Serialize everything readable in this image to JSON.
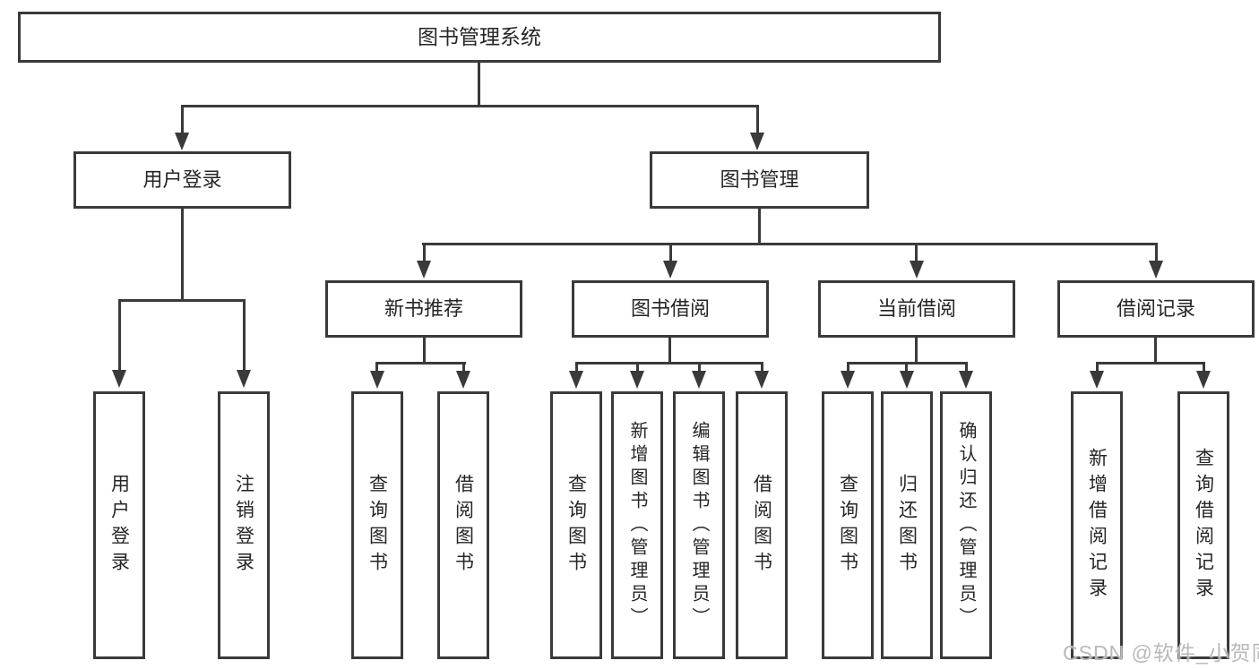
{
  "nodes": {
    "root": "图书管理系统",
    "user_login": "用户登录",
    "book_mgmt": "图书管理",
    "new_book": "新书推荐",
    "book_borrow": "图书借阅",
    "current_borrow": "当前借阅",
    "borrow_record": "借阅记录",
    "leaf_user_login": "用户登录",
    "leaf_logout": "注销登录",
    "leaf_nb_query": "查询图书",
    "leaf_nb_borrow": "借阅图书",
    "leaf_bb_query": "查询图书",
    "leaf_bb_add": "新增图书（管理员）",
    "leaf_bb_edit": "编辑图书（管理员）",
    "leaf_bb_borrow": "借阅图书",
    "leaf_cb_query": "查询图书",
    "leaf_cb_return": "归还图书",
    "leaf_cb_confirm": "确认归还（管理员）",
    "leaf_br_add": "新增借阅记录",
    "leaf_br_query": "查询借阅记录"
  },
  "watermark": "CSDN @软件_小贺同学",
  "colors": {
    "line": "#3a3a3a",
    "text": "#262626",
    "watermark": "#b9b9b9",
    "background": "#ffffff"
  }
}
